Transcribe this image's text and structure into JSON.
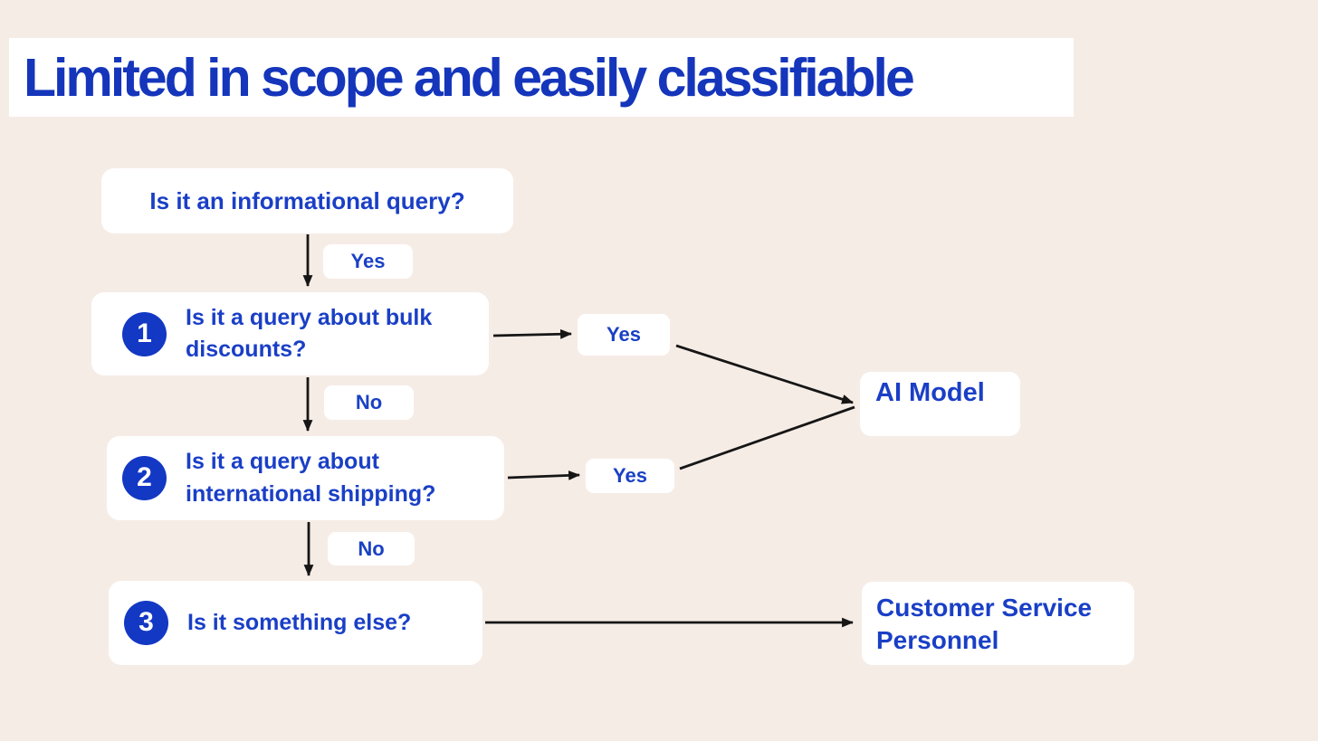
{
  "page": {
    "background_color": "#f6ece6",
    "accent_blue": "#1a3fc6",
    "title": "Limited in scope and easily classifiable"
  },
  "flowchart": {
    "root": {
      "question": "Is it an informational query?"
    },
    "branch_labels": {
      "root_yes": "Yes",
      "step1_yes": "Yes",
      "step1_no": "No",
      "step2_yes": "Yes",
      "step2_no": "No"
    },
    "steps": [
      {
        "number": "1",
        "question": "Is it a query about bulk discounts?"
      },
      {
        "number": "2",
        "question": "Is it a query about international shipping?"
      },
      {
        "number": "3",
        "question": "Is it something else?"
      }
    ],
    "outcomes": {
      "ai_model": "AI Model",
      "customer_service": "Customer Service Personnel"
    }
  }
}
